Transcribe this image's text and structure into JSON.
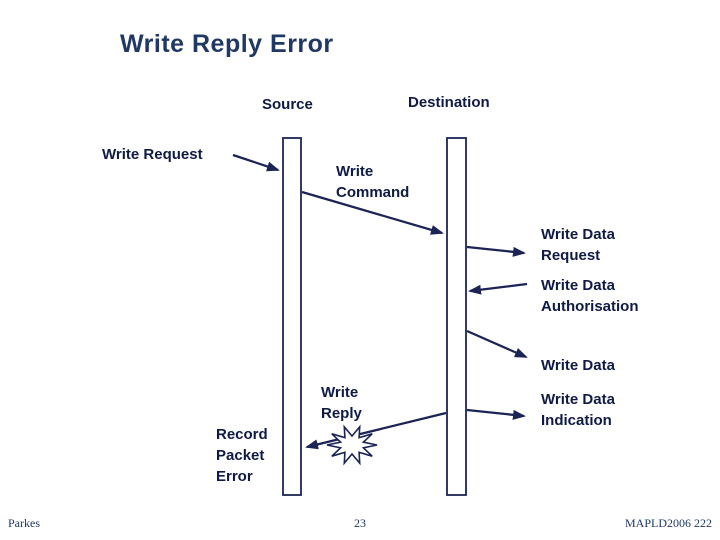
{
  "slide": {
    "title": "Write Reply Error",
    "footer": {
      "author": "Parkes",
      "page_number": "23",
      "conference": "MAPLD2006 222"
    }
  },
  "diagram": {
    "type": "sequence-diagram",
    "columns": [
      {
        "label": "Source"
      },
      {
        "label": "Destination"
      }
    ],
    "messages": [
      {
        "id": "write-request",
        "label": "Write Request",
        "direction": "into-source"
      },
      {
        "id": "write-command",
        "label": "Write Command",
        "direction": "source-to-destination"
      },
      {
        "id": "write-data-request",
        "label": "Write Data Request",
        "direction": "out-of-destination-right"
      },
      {
        "id": "write-data-authorisation",
        "label": "Write Data Authorisation",
        "direction": "into-destination-right"
      },
      {
        "id": "write-data",
        "label": "Write Data",
        "direction": "out-of-destination-right"
      },
      {
        "id": "write-reply",
        "label": "Write Reply",
        "direction": "destination-to-source"
      },
      {
        "id": "write-data-indication",
        "label": "Write Data Indication",
        "direction": "out-of-destination-right"
      },
      {
        "id": "record-packet-error",
        "label": "Record Packet Error",
        "direction": "annotation-at-source"
      }
    ],
    "error_marker": "burst-star-on-write-reply"
  },
  "colors": {
    "line": "#1c2455",
    "label": "#0f1a45",
    "title": "#1f3864",
    "footer": "#1f3864"
  }
}
